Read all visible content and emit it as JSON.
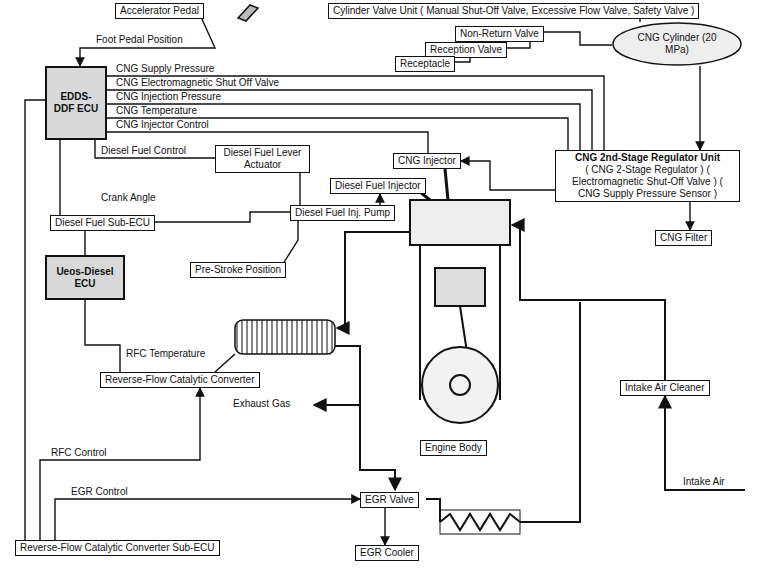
{
  "diagram": {
    "nodes": [
      {
        "text": [
          "Accelerator Pedal"
        ]
      },
      {
        "text": [
          "EDDS-DDF ECU"
        ]
      },
      {
        "text": [
          "Cylinder Valve Unit ( Manual Shut-Off Valve, Excessive Flow Valve, Safety Valve )"
        ]
      },
      {
        "text": [
          "CNG Cylinder (20 MPa)"
        ]
      },
      {
        "text": [
          "Non-Return Valve"
        ]
      },
      {
        "text": [
          "Reception Valve"
        ]
      },
      {
        "text": [
          "Receptacle"
        ]
      },
      {
        "text": [
          "CNG Injector"
        ]
      },
      {
        "text": [
          "Diesel Fuel Lever Actuator"
        ]
      },
      {
        "text": [
          "Diesel Fuel Injector"
        ]
      },
      {
        "text": [
          "Diesel Fuel Inj. Pump"
        ]
      },
      {
        "text": [
          "Diesel Fuel Sub-ECU"
        ]
      },
      {
        "text": [
          "Ueos-Diesel ECU"
        ]
      },
      {
        "text": [
          "CNG 2nd-Stage Regulator Unit",
          "( CNG 2-Stage Regulator ) ( Electromagnetic Shut-Off Valve ) ( CNG Supply Pressure Sensor )"
        ]
      },
      {
        "text": [
          "CNG Filter"
        ]
      },
      {
        "text": [
          "Intake Air Cleaner"
        ]
      },
      {
        "text": [
          "Engine Body"
        ]
      },
      {
        "text": [
          "Reverse-Flow Catalytic Converter"
        ]
      },
      {
        "text": [
          "EGR Valve"
        ]
      },
      {
        "text": [
          "EGR Cooler"
        ]
      },
      {
        "text": [
          "Reverse-Flow Catalytic Converter Sub-ECU"
        ]
      },
      {
        "text": [
          "Pre-Stroke Position"
        ]
      }
    ],
    "edges": [
      {
        "from": 0,
        "to": 1,
        "label": "Foot Pedal Position",
        "arrow": "to"
      },
      {
        "from": 1,
        "to": 13,
        "label": "CNG Supply Pressure",
        "arrow": "none"
      },
      {
        "from": 1,
        "to": 13,
        "label": "CNG Electromagnetic Shut Off Valve",
        "arrow": "none"
      },
      {
        "from": 1,
        "to": 13,
        "label": "CNG Injection Pressure",
        "arrow": "none"
      },
      {
        "from": 1,
        "to": 13,
        "label": "CNG Temperature",
        "arrow": "none"
      },
      {
        "from": 1,
        "to": 7,
        "label": "CNG Injector Control",
        "arrow": "none"
      },
      {
        "from": 1,
        "to": 8,
        "label": "Diesel Fuel Control",
        "arrow": "none"
      },
      {
        "from": 1,
        "to": 11,
        "arrow": "none"
      },
      {
        "from": 11,
        "to": 10,
        "arrow": "none"
      },
      {
        "from": 8,
        "to": 10,
        "arrow": "none"
      },
      {
        "from": 10,
        "to": 9,
        "arrow": "to"
      },
      {
        "from": 10,
        "to": 21,
        "arrow": "none"
      },
      {
        "from": 12,
        "to": 11,
        "arrow": "none"
      },
      {
        "from": 17,
        "to": 12,
        "label": "RFC Temperature",
        "arrow": "none"
      },
      {
        "from": 20,
        "to": 17,
        "label": "RFC Control",
        "arrow": "to"
      },
      {
        "from": 20,
        "to": 18,
        "label": "EGR Control",
        "arrow": "to"
      },
      {
        "from": 20,
        "to": 1,
        "arrow": "none"
      },
      {
        "from": 18,
        "to": 19,
        "arrow": "to"
      },
      {
        "from": 6,
        "to": 5,
        "arrow": "none"
      },
      {
        "from": 5,
        "to": 4,
        "arrow": "none"
      },
      {
        "from": 4,
        "to": 3,
        "arrow": "none"
      },
      {
        "from": 2,
        "to": 3,
        "arrow": "none"
      },
      {
        "from": 3,
        "to": 13,
        "arrow": "to"
      },
      {
        "from": 13,
        "to": 14,
        "arrow": "to"
      },
      {
        "from": 13,
        "to": 7,
        "arrow": "to"
      }
    ],
    "labels": [
      "Crank Angle",
      "Exhaust Gas",
      "Intake Air"
    ]
  }
}
